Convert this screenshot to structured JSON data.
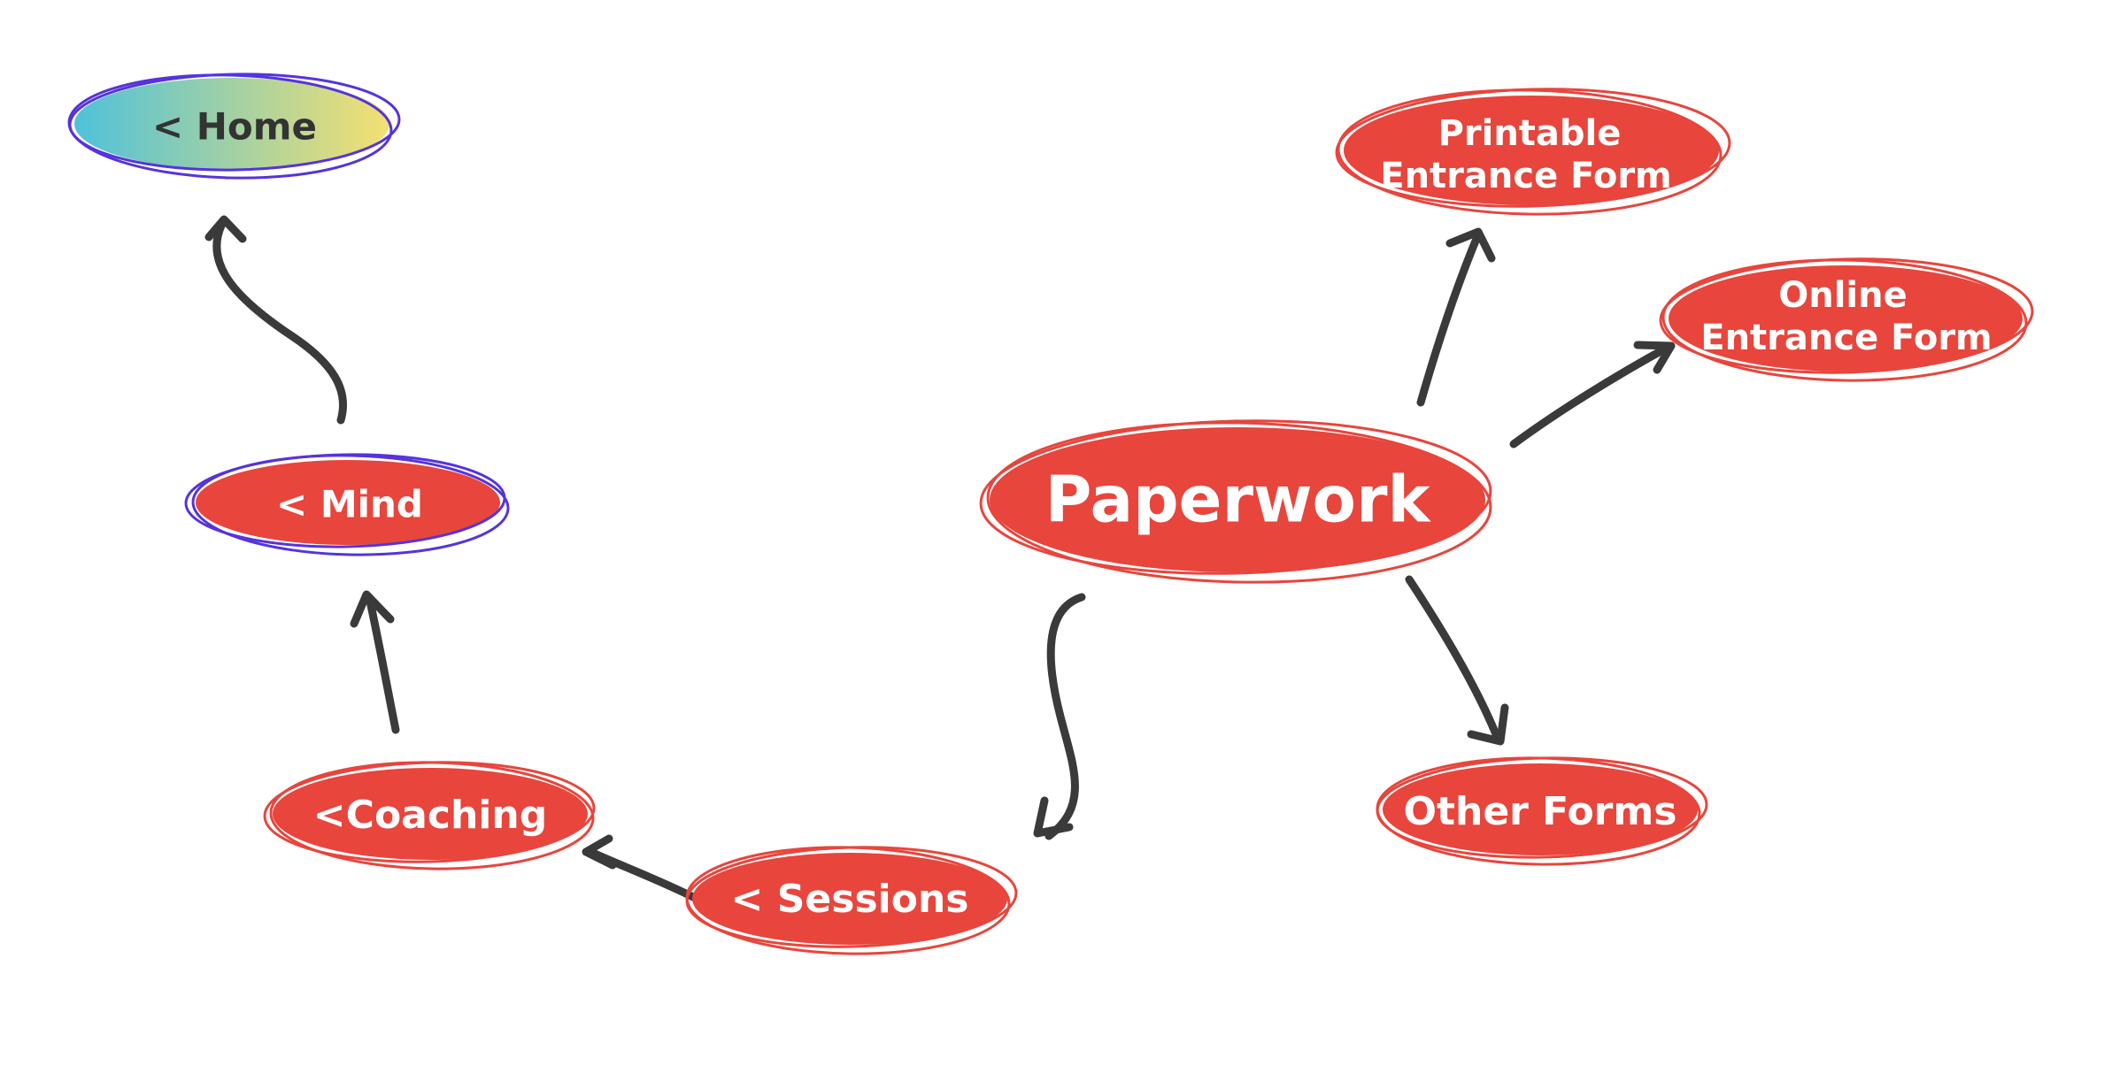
{
  "colors": {
    "node_fill": "#e8453c",
    "node_outline": "#e8453c",
    "highlight_outline": "#5533dd",
    "arrow": "#3a3a3a",
    "text_light": "#ffffff",
    "text_dark": "#333333",
    "home_gradient_start": "#4fc1da",
    "home_gradient_end": "#f4e070"
  },
  "nodes": {
    "home": {
      "label": "< Home"
    },
    "mind": {
      "label": "< Mind"
    },
    "coaching": {
      "label": "<Coaching"
    },
    "sessions": {
      "label": "< Sessions"
    },
    "paperwork": {
      "label": "Paperwork"
    },
    "printable": {
      "line1": "Printable",
      "line2": "Entrance Form"
    },
    "online": {
      "line1": "Online",
      "line2": "Entrance Form"
    },
    "other": {
      "label": "Other Forms"
    }
  },
  "edges": [
    {
      "from": "paperwork",
      "to": "sessions"
    },
    {
      "from": "sessions",
      "to": "coaching"
    },
    {
      "from": "coaching",
      "to": "mind"
    },
    {
      "from": "mind",
      "to": "home"
    },
    {
      "from": "paperwork",
      "to": "printable"
    },
    {
      "from": "paperwork",
      "to": "online"
    },
    {
      "from": "paperwork",
      "to": "other"
    }
  ]
}
